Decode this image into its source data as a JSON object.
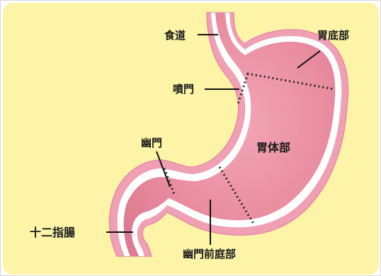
{
  "diagram": {
    "labels": {
      "esophagus": "食道",
      "fundus": "胃底部",
      "cardia": "噴門",
      "body": "胃体部",
      "pylorus": "幽門",
      "duodenum": "十二指腸",
      "pyloric_antrum": "幽門前庭部"
    },
    "colors": {
      "background": "#fdf4a8",
      "outer_wall": "#f0a0b4",
      "rim": "#ffffff",
      "interior": "#e98ca0",
      "boundary_lines": "#222222"
    }
  }
}
